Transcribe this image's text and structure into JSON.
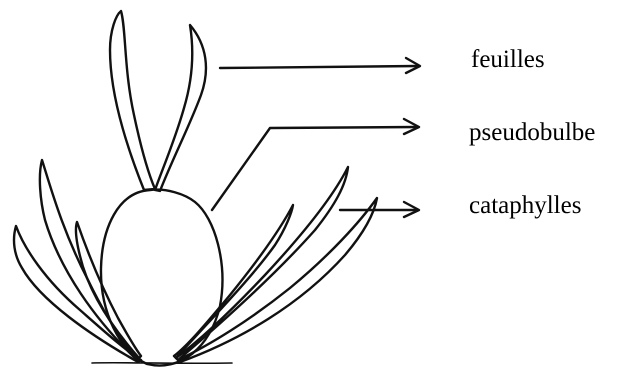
{
  "labels": {
    "leaves": "feuilles",
    "pseudobulb": "pseudobulbe",
    "cataphylls": "cataphylles"
  },
  "colors": {
    "ink": "#111111",
    "background": "#ffffff"
  }
}
